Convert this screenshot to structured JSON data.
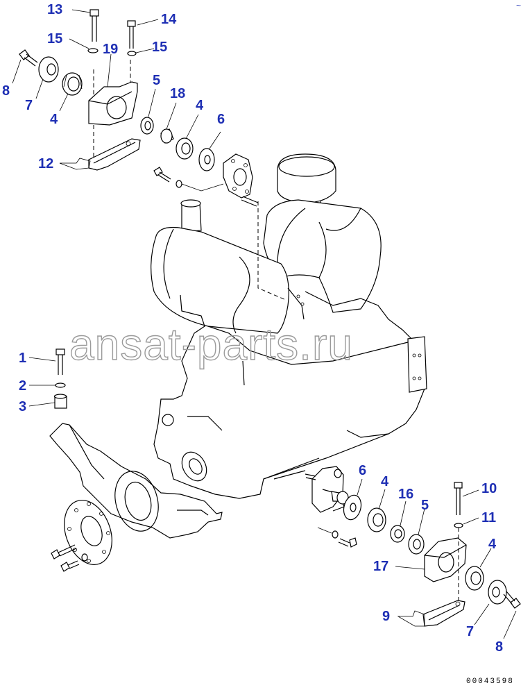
{
  "diagram": {
    "colors": {
      "callout": "#1e2fb4",
      "line": "#000000",
      "watermark": "#9a9a9a"
    },
    "labels": {
      "p13": "13",
      "p14": "14",
      "p15a": "15",
      "p15b": "15",
      "p19": "19",
      "p8a": "8",
      "p7a": "7",
      "p4a": "4",
      "p5a": "5",
      "p18": "18",
      "p4b": "4",
      "p6a": "6",
      "p12": "12",
      "p1": "1",
      "p2": "2",
      "p3": "3",
      "p6b": "6",
      "p4c": "4",
      "p16": "16",
      "p5b": "5",
      "p10": "10",
      "p11": "11",
      "p4d": "4",
      "p17": "17",
      "p9": "9",
      "p7b": "7",
      "p8b": "8"
    },
    "watermark": "ansat-parts.ru",
    "figure_number": "00043598",
    "corner_mark": "~"
  }
}
